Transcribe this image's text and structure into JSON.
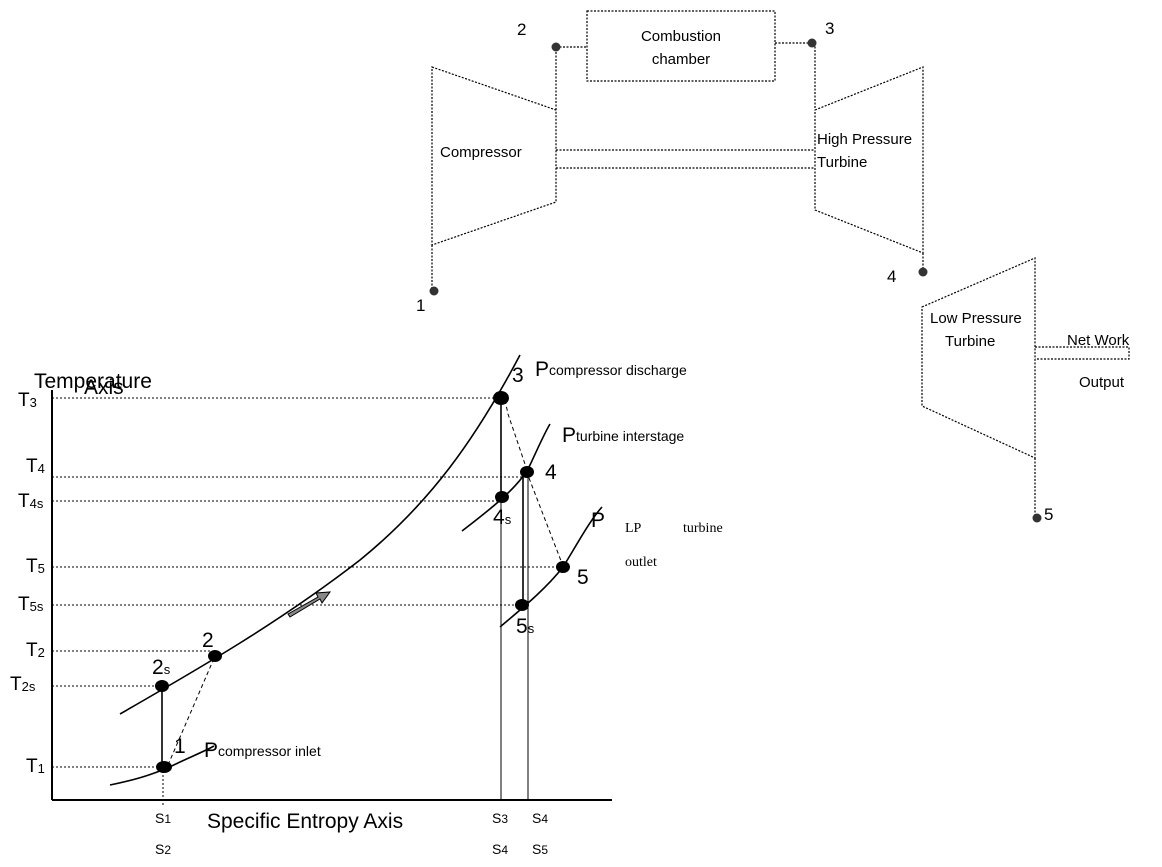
{
  "schematic": {
    "combustion_label_1": "Combustion",
    "combustion_label_2": "chamber",
    "compressor_label": "Compressor",
    "hpt_label_1": "High Pressure",
    "hpt_label_2": "Turbine",
    "lpt_label_1": "Low Pressure",
    "lpt_label_2": "Turbine",
    "net_work_1": "Net Work",
    "net_work_2": "Output",
    "station_1": "1",
    "station_2": "2",
    "station_3": "3",
    "station_4": "4",
    "station_5": "5"
  },
  "ts_diagram": {
    "y_axis_label_1": "Temperature",
    "y_axis_label_2": "Axis",
    "x_axis_label": "Specific Entropy Axis",
    "t_labels": {
      "T3": {
        "main": "T",
        "sub": "3"
      },
      "T4": {
        "main": "T",
        "sub": "4"
      },
      "T4s": {
        "main": "T",
        "sub": "4s"
      },
      "T5": {
        "main": "T",
        "sub": "5"
      },
      "T5s": {
        "main": "T",
        "sub": "5s"
      },
      "T2": {
        "main": "T",
        "sub": "2"
      },
      "T2s": {
        "main": "T",
        "sub": "2s"
      },
      "T1": {
        "main": "T",
        "sub": "1"
      }
    },
    "s_labels": {
      "s1": {
        "main": "S",
        "sub": "1"
      },
      "s2": {
        "main": "S",
        "sub": "2"
      },
      "s3": {
        "main": "S",
        "sub": "3"
      },
      "s4a": {
        "main": "S",
        "sub": "4"
      },
      "s4b": {
        "main": "S",
        "sub": "4"
      },
      "s5": {
        "main": "S",
        "sub": "5"
      }
    },
    "isobars": {
      "compressor_discharge": {
        "main": "P",
        "sub": "compressor discharge"
      },
      "turbine_interstage": {
        "main": "P",
        "sub": "turbine interstage"
      },
      "lp_outlet_main": "P",
      "lp_outlet_1": "LP",
      "lp_outlet_2": "turbine",
      "lp_outlet_3": "outlet",
      "compressor_inlet": {
        "main": "P",
        "sub": "compressor inlet"
      }
    },
    "points": {
      "p1": "1",
      "p2": "2",
      "p2s": {
        "main": "2",
        "sub": "s"
      },
      "p3": "3",
      "p4": "4",
      "p4s": {
        "main": "4",
        "sub": "s"
      },
      "p5": "5",
      "p5s": {
        "main": "5",
        "sub": "s"
      }
    }
  }
}
